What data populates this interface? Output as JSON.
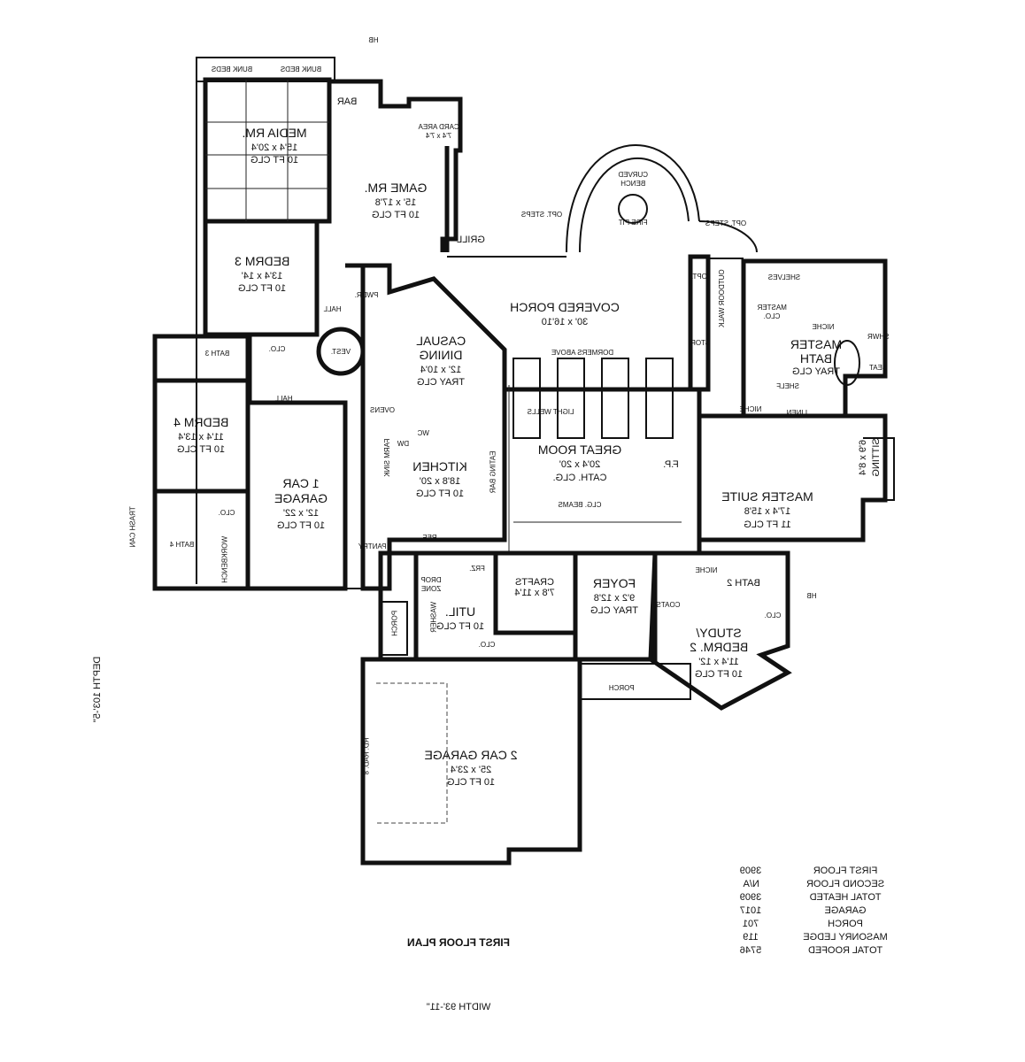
{
  "plan": {
    "title": "FIRST FLOOR PLAN",
    "width": "WIDTH 93'-11\"",
    "depth": "DEPTH 103'-5\""
  },
  "rooms": {
    "media": {
      "name": "MEDIA RM.",
      "dims": "15'4 x 20'4",
      "clg": "10 FT CLG"
    },
    "game": {
      "name": "GAME RM.",
      "dims": "15' x 17'8",
      "clg": "10 FT CLG"
    },
    "card": {
      "name": "CARD AREA",
      "dims": "7'4 x 7'4"
    },
    "bed3": {
      "name": "BEDRM 3",
      "dims": "13'4 x 14'",
      "clg": "10 FT CLG"
    },
    "bed4": {
      "name": "BEDRM 4",
      "dims": "11'4 x 13'4",
      "clg": "10 FT CLG"
    },
    "garage1": {
      "name1": "1 CAR",
      "name2": "GARAGE",
      "dims": "12' x 22'",
      "clg": "10 FT CLG"
    },
    "porch_cov": {
      "name": "COVERED PORCH",
      "dims": "30' x 16'10"
    },
    "dining": {
      "name1": "CASUAL",
      "name2": "DINING",
      "dims": "12' x 10'4",
      "clg": "TRAY CLG"
    },
    "kitchen": {
      "name": "KITCHEN",
      "dims": "18'8 x 20'",
      "clg": "10 FT CLG"
    },
    "great": {
      "name": "GREAT ROOM",
      "dims": "20'4 x 20'",
      "clg": "CATH. CLG."
    },
    "master_suite": {
      "name": "MASTER SUITE",
      "dims": "17'4 x 15'8",
      "clg": "11 FT CLG"
    },
    "master_bath": {
      "name1": "MASTER",
      "name2": "BATH",
      "clg": "TRAY CLG"
    },
    "sitting": {
      "name": "SITTING",
      "dims": "6'9 x 8'4"
    },
    "util": {
      "name": "UTIL.",
      "clg": "10 FT CLG"
    },
    "crafts": {
      "name": "CRAFTS",
      "dims": "7'8 x 11'4"
    },
    "foyer": {
      "name": "FOYER",
      "dims": "9'2 x 12'8",
      "clg": "TRAY CLG"
    },
    "study": {
      "name1": "STUDY/",
      "name2": "BEDRM. 2",
      "dims": "11'4 x 12'",
      "clg": "10 FT CLG"
    },
    "garage2": {
      "name": "2 CAR GARAGE",
      "dims": "25' x 23'4",
      "clg": "10 FT CLG"
    }
  },
  "labels": {
    "bunk1": "BUNK BEDS",
    "bunk2": "BUNK BEDS",
    "bar": "BAR",
    "grill": "GRILL",
    "curved_bench": "CURVED",
    "curved_bench2": "BENCH",
    "fire_pit": "FIRE PIT",
    "opt_steps": "OPT. STEPS",
    "opt_steps2": "OPT. STEPS",
    "opt_steps3": "OPT.",
    "pwdr": "PWDR.",
    "hall1": "HALL",
    "hall2": "HALL",
    "vest": "VEST.",
    "clo1": "CLO.",
    "bath3": "BATH 3",
    "bath4": "BATH 4",
    "clo2": "CLO.",
    "workbench": "WORKBENCH",
    "trash_can": "TRASH CAN",
    "ovens": "OVENS",
    "dw": "DW",
    "wc": "WC",
    "farm_sink": "FARM SINK",
    "eating_bar": "EATING BAR",
    "pantry": "PANTRY",
    "ref": "REF.",
    "dormers": "DORMERS ABOVE",
    "light_wells": "LIGHT WELLS",
    "fp": "F.P.",
    "clg_beams": "CLG. BEAMS",
    "stor": "STOR.",
    "outdoor_walk": "OUTDOOR WALK",
    "master_clo": "MASTER",
    "master_clo2": "CLO.",
    "shelves": "SHELVES",
    "niche1": "NICHE",
    "niche2": "NICHE",
    "niche3": "NICHE",
    "shelf": "SHELF",
    "linen": "LINEN",
    "shwr": "SHWR",
    "seat": "SEAT",
    "drop_zone": "DROP",
    "drop_zone2": "ZONE",
    "frz": "FRZ.",
    "washer": "WASHER",
    "clo3": "CLO.",
    "porch1": "PORCH",
    "porch2": "PORCH",
    "coats": "COATS",
    "bath2": "BATH 2",
    "clo4": "CLO.",
    "rd_rad": "RD. RAD. 8'",
    "hb1": "HB",
    "hb2": "HB"
  },
  "stats": [
    {
      "label": "FIRST FLOOR",
      "value": "3909"
    },
    {
      "label": "SECOND FLOOR",
      "value": "N/A"
    },
    {
      "label": "TOTAL HEATED",
      "value": "3909"
    },
    {
      "label": "GARAGE",
      "value": "1017"
    },
    {
      "label": "PORCH",
      "value": "701"
    },
    {
      "label": "MASONRY LEDGE",
      "value": "119"
    },
    {
      "label": "TOTAL ROOFED",
      "value": "5746"
    }
  ]
}
